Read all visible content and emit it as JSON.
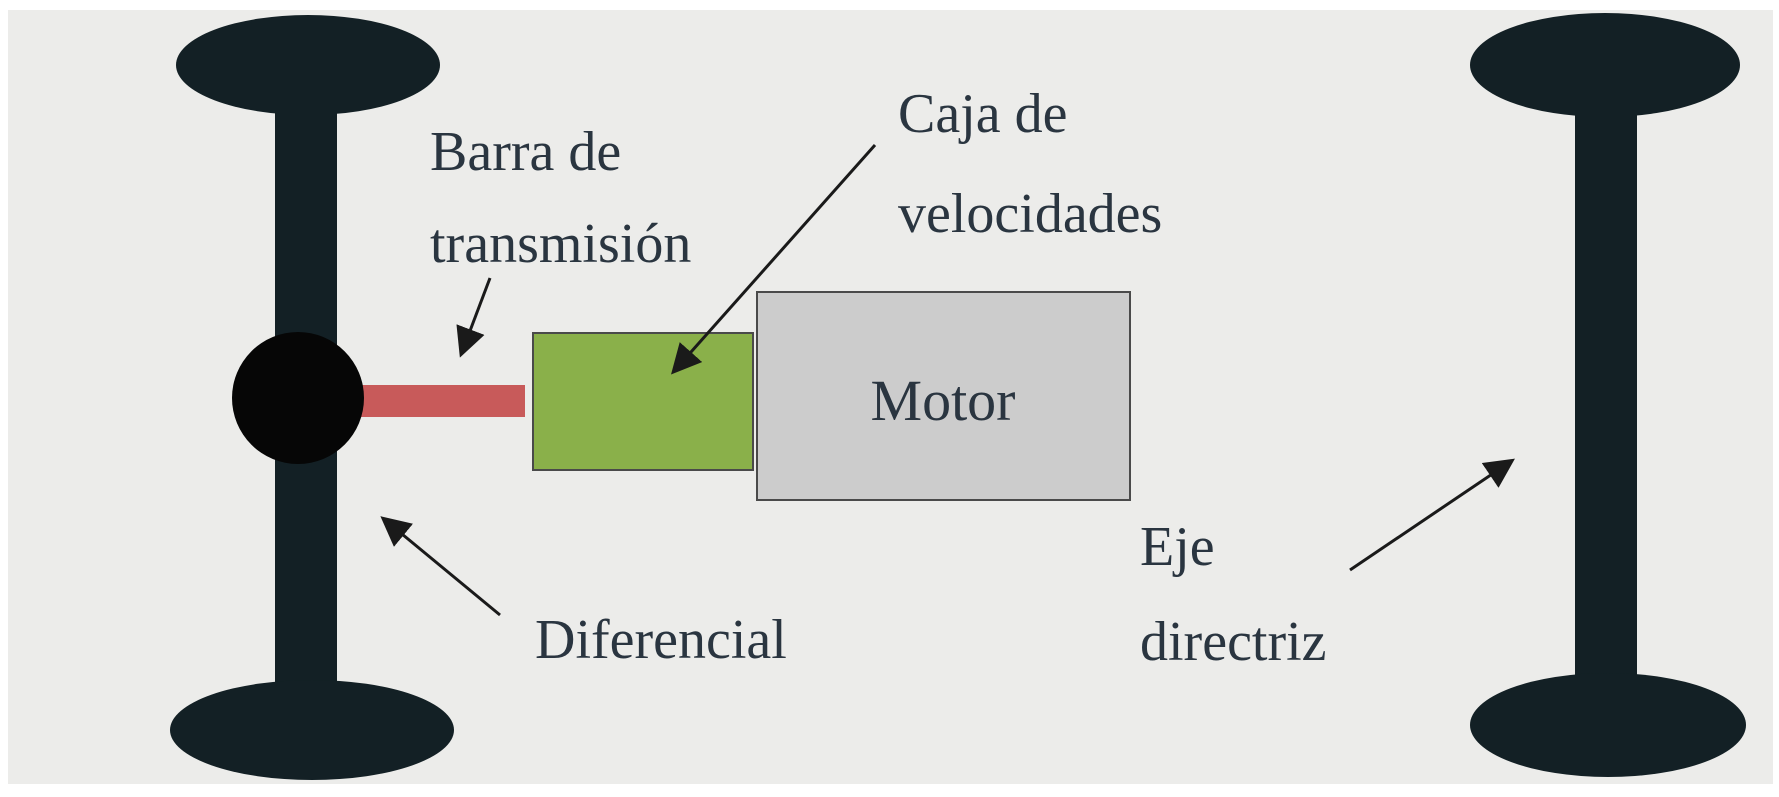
{
  "colors": {
    "background": "#ececea",
    "axle": "#132025",
    "differential": "#060606",
    "drive_shaft": "#c85a5a",
    "gearbox": "#8ab04a",
    "engine": "#cccccc",
    "box_border": "#4a4a4a",
    "text": "#2a3540",
    "arrow": "#1a1a1a"
  },
  "labels": {
    "drive_shaft": [
      "Barra de",
      "transmisión"
    ],
    "gearbox": [
      "Caja de",
      "velocidades"
    ],
    "engine": "Motor",
    "differential": "Diferencial",
    "steering_axle": [
      "Eje",
      "directriz"
    ]
  }
}
